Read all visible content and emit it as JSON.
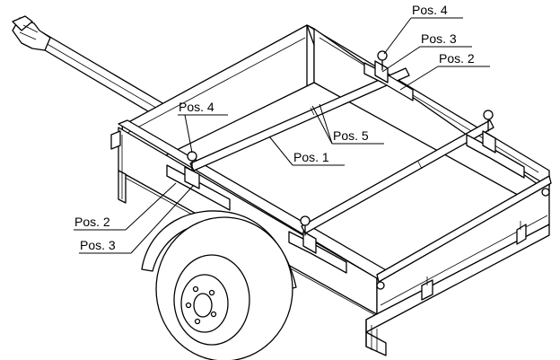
{
  "labels": {
    "pos4_top": "Pos. 4",
    "pos3_top": "Pos. 3",
    "pos2_top": "Pos. 2",
    "pos4_left": "Pos. 4",
    "pos5": "Pos. 5",
    "pos1": "Pos. 1",
    "pos2_left": "Pos. 2",
    "pos3_left": "Pos. 3"
  }
}
